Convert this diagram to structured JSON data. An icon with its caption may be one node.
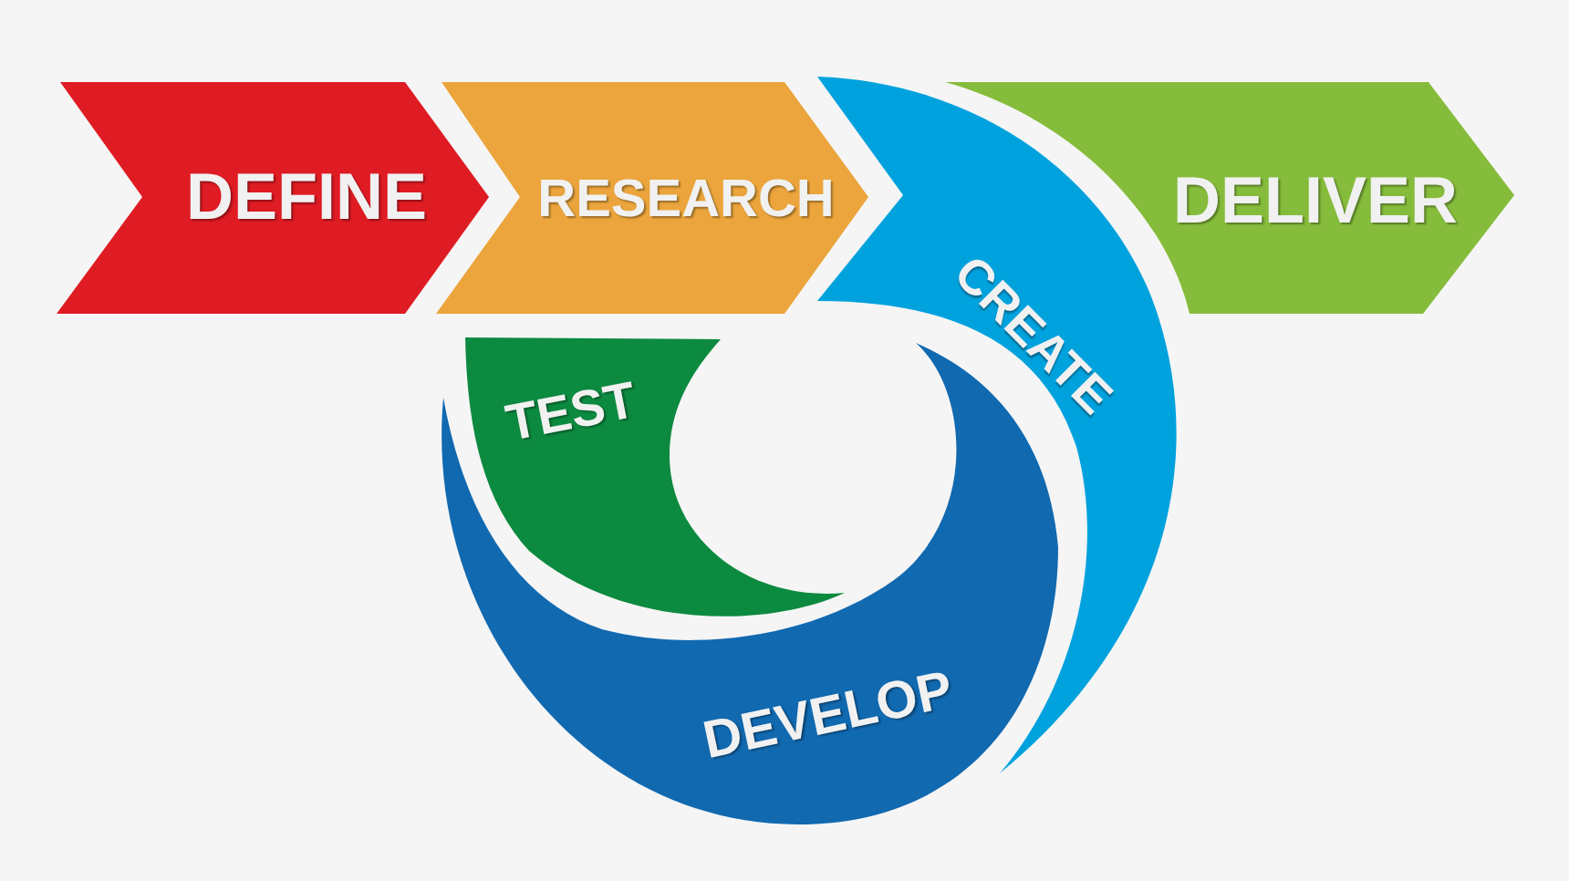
{
  "diagram": {
    "nodes": [
      {
        "text": [
          "DEFINE"
        ]
      },
      {
        "text": [
          "RESEARCH"
        ]
      },
      {
        "text": [
          "CREATE"
        ]
      },
      {
        "text": [
          "DELIVER"
        ]
      },
      {
        "text": [
          "TEST"
        ]
      },
      {
        "text": [
          "DEVELOP"
        ]
      }
    ]
  }
}
